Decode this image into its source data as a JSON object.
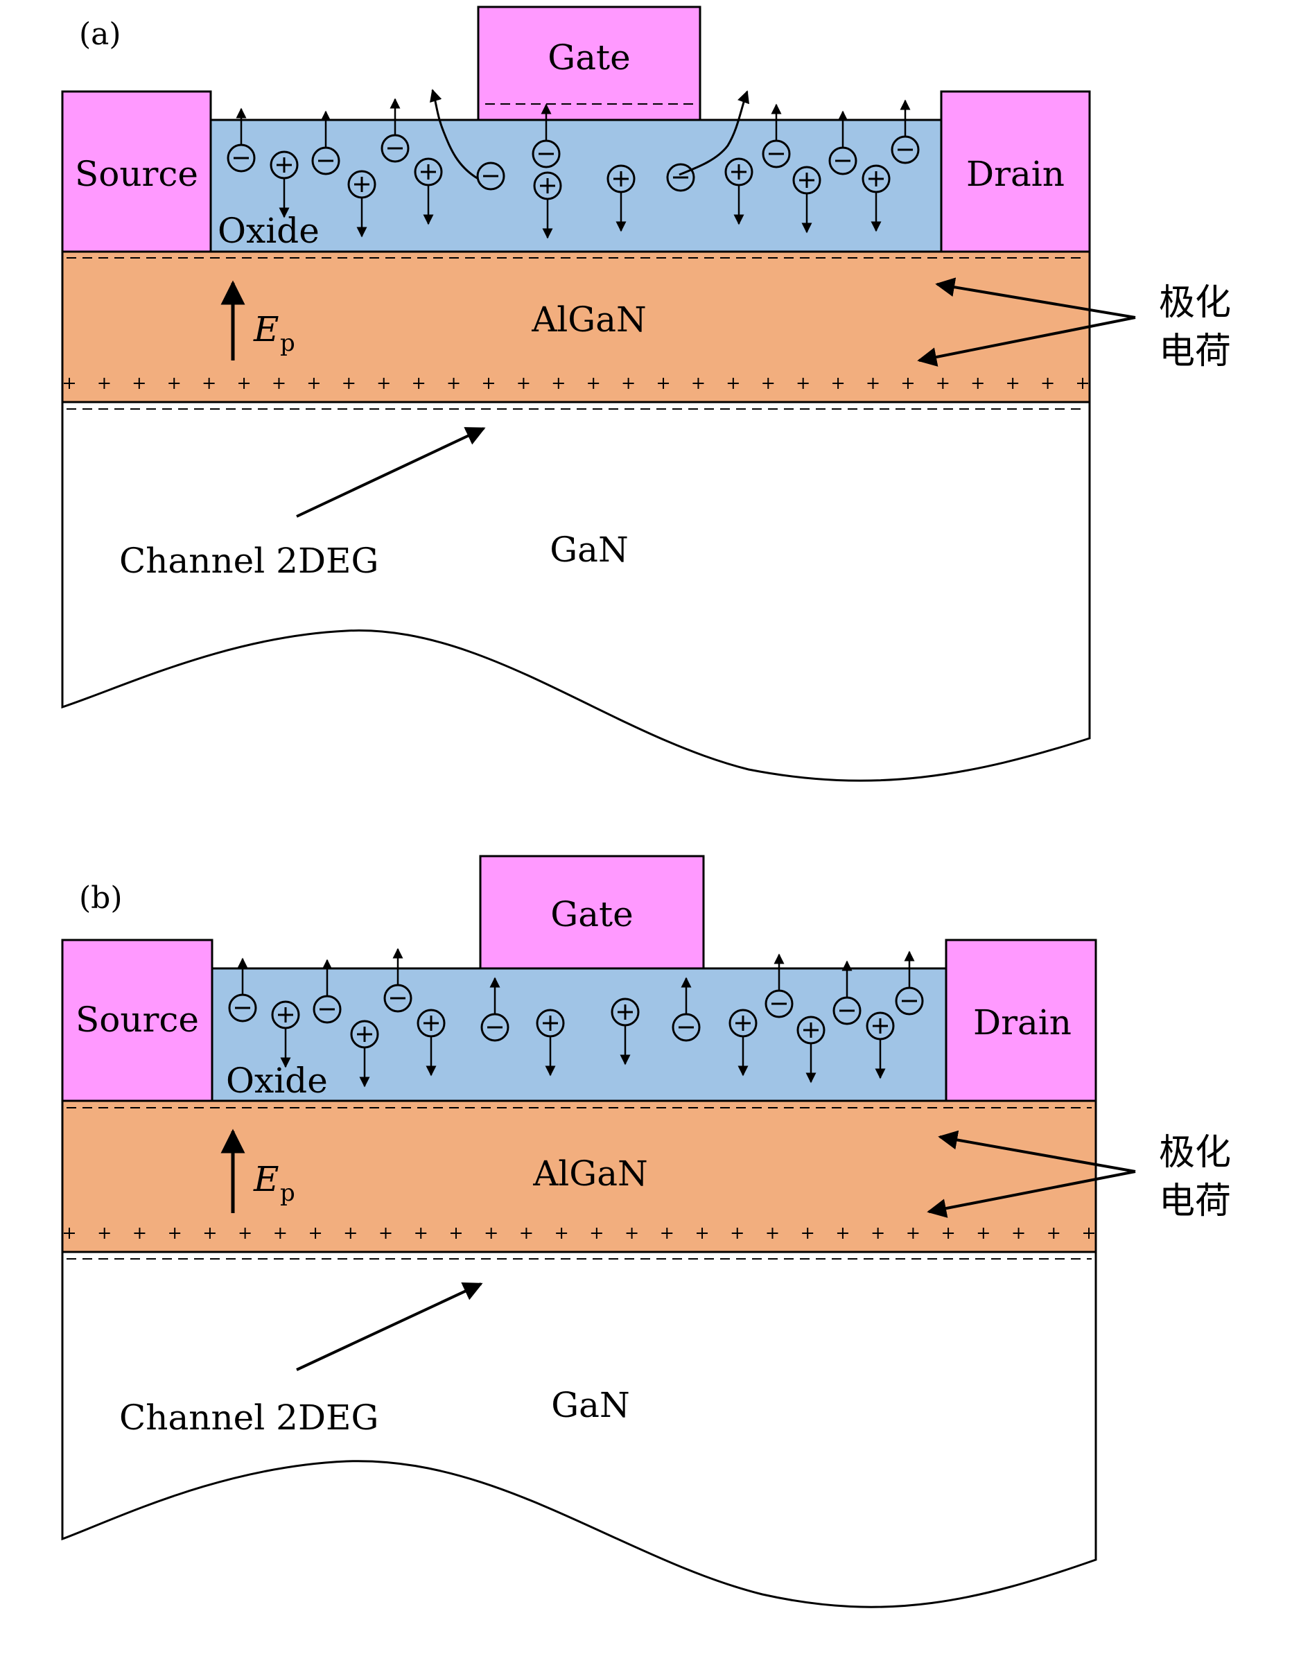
{
  "colors": {
    "metal": "#FF99FF",
    "oxide": "#A0C4E6",
    "algan": "#F2AE7E",
    "gan": "#FFFFFF",
    "stroke": "#000000"
  },
  "panels": [
    {
      "label": "(a)",
      "source": "Source",
      "drain": "Drain",
      "gate": "Gate",
      "oxide": "Oxide",
      "algan": "AlGaN",
      "gan": "GaN",
      "field_symbol": "E",
      "field_subscript": "p",
      "channel_label": "Channel 2DEG",
      "polarization_label_line1": "极化",
      "polarization_label_line2": "电荷",
      "gate_dashed_line": true,
      "escaping_charges": true
    },
    {
      "label": "(b)",
      "source": "Source",
      "drain": "Drain",
      "gate": "Gate",
      "oxide": "Oxide",
      "algan": "AlGaN",
      "gan": "GaN",
      "field_symbol": "E",
      "field_subscript": "p",
      "channel_label": "Channel 2DEG",
      "polarization_label_line1": "极化",
      "polarization_label_line2": "电荷",
      "gate_dashed_line": false,
      "escaping_charges": false
    }
  ]
}
